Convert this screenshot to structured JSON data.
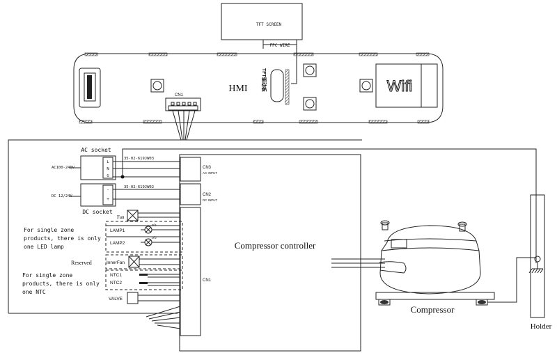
{
  "hmi": {
    "label": "HMI",
    "tft_screen": "TFT SCREEN",
    "fpc_wire": "FPC WIRE",
    "tft_vertical": "TFT驱动板",
    "cn_label": "CN1",
    "wifi": "Wifi"
  },
  "power": {
    "ac_socket": "AC socket",
    "ac_voltage": "AC100-240V",
    "ac_pins": [
      "L",
      "N",
      "G"
    ],
    "ac_wire": "35-02-619JW03",
    "dc_socket": "DC socket",
    "dc_voltage": "DC 12/24V",
    "dc_pins": [
      "-",
      "+"
    ],
    "dc_wire": "35-02-619JW02"
  },
  "controller": {
    "title": "Compressor controller",
    "cn3": "CN3",
    "cn3_sub": "AC INPUT",
    "cn2": "CN2",
    "cn2_sub": "DC INPUT",
    "cn1": "CN1"
  },
  "loads": {
    "fan": "Fan",
    "lamp1": "LAMP1",
    "lamp2": "LAMP2",
    "reserved": "Reserved",
    "inner_fan": "InnerFan",
    "ntc1": "NTC1",
    "ntc2": "NTC2",
    "valve": "VALVE"
  },
  "notes": {
    "single_zone_lamp": [
      "For  single zone",
      "products, there is only",
      "one LED lamp"
    ],
    "single_zone_ntc": [
      "For  single zone",
      "products, there is only",
      "one NTC"
    ]
  },
  "compressor": {
    "label": "Compressor"
  },
  "holder": {
    "label": "Holder"
  }
}
